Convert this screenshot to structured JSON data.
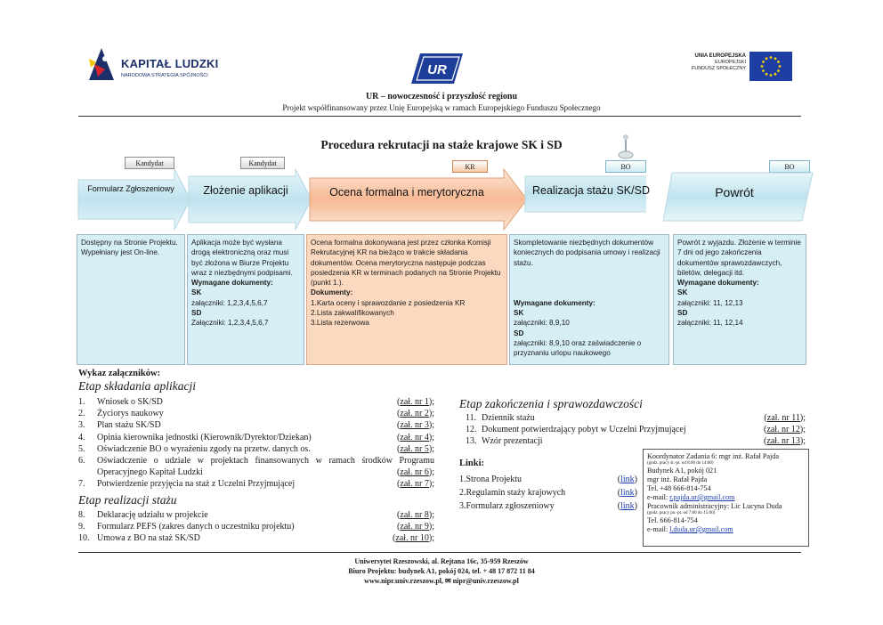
{
  "header": {
    "logo_left_title": "KAPITAŁ LUDZKI",
    "logo_left_subtitle": "NARODOWA STRATEGIA SPÓJNOŚCI",
    "logo_center_text": "UR",
    "logo_right_line1": "UNIA EUROPEJSKA",
    "logo_right_line2": "EUROPEJSKI",
    "logo_right_line3": "FUNDUSZ SPOŁECZNY",
    "title": "UR – nowoczesność i przyszłość regionu",
    "subtitle": "Projekt współfinansowany przez Unię Europejską w ramach Europejskiego Funduszu Społecznego"
  },
  "procedure": {
    "title": "Procedura rekrutacji na staże krajowe SK i SD",
    "tags": {
      "kandydat1": "Kandydat",
      "kandydat2": "Kandydat",
      "kr": "KR",
      "bo1": "BO",
      "bo2": "BO"
    },
    "steps": {
      "s1": "Formularz Zgłoszeniowy",
      "s2": "Złożenie aplikacji",
      "s3": "Ocena formalna i merytoryczna",
      "s4": "Realizacja stażu SK/SD",
      "s5": "Powrót"
    },
    "boxes": {
      "b1": "Dostępny na Stronie Projektu. Wypełniany jest On-line.",
      "b2_text": "Aplikacja może być wysłana drogą elektroniczną oraz musi być złożona w Biurze Projektu wraz z niezbędnymi podpisami.",
      "b2_req": "Wymagane dokumenty:",
      "b2_sk": "SK",
      "b2_sk_att": "załączniki: 1,2,3,4,5,6,7",
      "b2_sd": "SD",
      "b2_sd_att": "Załączniki: 1,2,3,4,5,6,7",
      "b3_text": "Ocena formalna dokonywana jest przez członka Komisji Rekrutacyjnej KR na bieżąco w trakcie składania dokumentów. Ocena merytoryczna następuje podczas posiedzenia KR w terminach podanych na Stronie Projektu (punkt 1.).",
      "b3_docs": "Dokumenty:",
      "b3_d1": "1.Karta oceny i sprawozdanie z posiedzenia KR",
      "b3_d2": "2.Lista zakwalifikowanych",
      "b3_d3": "3.Lista rezerwowa",
      "b4_text": "Skompletowanie niezbędnych dokumentów koniecznych do podpisania umowy i realizacji stażu.",
      "b4_req": "Wymagane dokumenty:",
      "b4_sk": "SK",
      "b4_sk_att": "załączniki: 8,9,10",
      "b4_sd": "SD",
      "b4_sd_att": "załączniki: 8,9,10  oraz zaświadczenie o przyznaniu urlopu naukowego",
      "b5_text": "Powrót z wyjazdu. Złożenie w terminie 7 dni od jego zakończenia dokumentów sprawozdawczych, biletów, delegacji itd.",
      "b5_req": "Wymagane dokumenty:",
      "b5_sk": "SK",
      "b5_sk_att": "załączniki: 11, 12,13",
      "b5_sd": "SD",
      "b5_sd_att": "załączniki: 11, 12,14"
    }
  },
  "attachments": {
    "heading": "Wykaz załączników:",
    "section1": "Etap składania aplikacji",
    "section2": "Etap realizacji stażu",
    "section3": "Etap zakończenia i sprawozdawczości",
    "items": [
      {
        "num": "1.",
        "text": "Wniosek o SK/SD",
        "ref": "zał. nr 1"
      },
      {
        "num": "2.",
        "text": "Życiorys naukowy",
        "ref": "zał. nr 2"
      },
      {
        "num": "3.",
        "text": "Plan stażu SK/SD",
        "ref": "zał. nr 3"
      },
      {
        "num": "4.",
        "text": "Opinia kierownika jednostki (Kierownik/Dyrektor/Dziekan)",
        "ref": "zał. nr 4"
      },
      {
        "num": "5.",
        "text": "Oświadczenie BO o wyrażeniu zgody na przetw. danych os.",
        "ref": "zał. nr 5"
      },
      {
        "num": "6.",
        "text": "Oświadczenie o udziale w projektach finansowanych w ramach środków Programu Operacyjnego Kapitał Ludzki",
        "ref": "zał. nr 6"
      },
      {
        "num": "7.",
        "text": "Potwierdzenie przyjęcia na staż z Uczelni Przyjmującej",
        "ref": "zał. nr 7"
      },
      {
        "num": "8.",
        "text": "Deklarację udziału w projekcie",
        "ref": "zał. nr 8"
      },
      {
        "num": "9.",
        "text": "Formularz PEFS (zakres danych o uczestniku projektu)",
        "ref": "zał. nr 9"
      },
      {
        "num": "10.",
        "text": "Umowa z BO na staż SK/SD",
        "ref": "zał. nr 10"
      },
      {
        "num": "11.",
        "text": "Dziennik stażu",
        "ref": "zał. nr 11"
      },
      {
        "num": "12.",
        "text": "Dokument potwierdzający pobyt w Uczelni Przyjmującej",
        "ref": "zał. nr 12"
      },
      {
        "num": "13.",
        "text": "Wzór prezentacji",
        "ref": "zał. nr 13"
      }
    ],
    "sep_mid": ");",
    "sep_open": "(",
    "sep_end": ");"
  },
  "links": {
    "heading": "Linki:",
    "items": [
      {
        "label": "1.Strona Projektu",
        "link": "link"
      },
      {
        "label": "2.Regulamin staży krajowych",
        "link": "link"
      },
      {
        "label": "3.Formularz zgłoszeniowy",
        "link": "link"
      }
    ]
  },
  "contact": {
    "coord_title": "Koordynator Zadania 6: mgr inż. Rafał Pajda",
    "coord_hours": "(godz. pracy śr.-pt.  od 8:00 do 14:00)",
    "room": "Budynek A1, pokój 021",
    "name": "mgr inż. Rafał Pajda",
    "tel": "Tel. +48 666-814-754",
    "email_label": "e-mail: ",
    "email": "r.pajda.ur@gmail.com",
    "admin_title": "Pracownik administracyjny: Lic Lucyna Duda",
    "admin_hours": "(godz. pracy pn.-pt.  od 7:00 do 15:00)",
    "admin_tel": "Tel. 666-814-754",
    "admin_email_label": "e-mail: ",
    "admin_email": "l.duda.ur@gmail.com"
  },
  "footer": {
    "line1": "Uniwersytet Rzeszowski, al. Rejtana 16c, 35-959 Rzeszów",
    "line2": "Biuro Projektu: budynek A1, pokój 024, tel. + 48 17 872 11 84",
    "line3": "www.nipr.univ.rzeszow.pl, ✉ nipr@univ.rzeszow.pl"
  },
  "colors": {
    "navy": "#1d2f6b",
    "kr_fill": "#fbd9c0",
    "bo_fill": "#d6eef6",
    "link_blue": "#1a3fb0"
  }
}
